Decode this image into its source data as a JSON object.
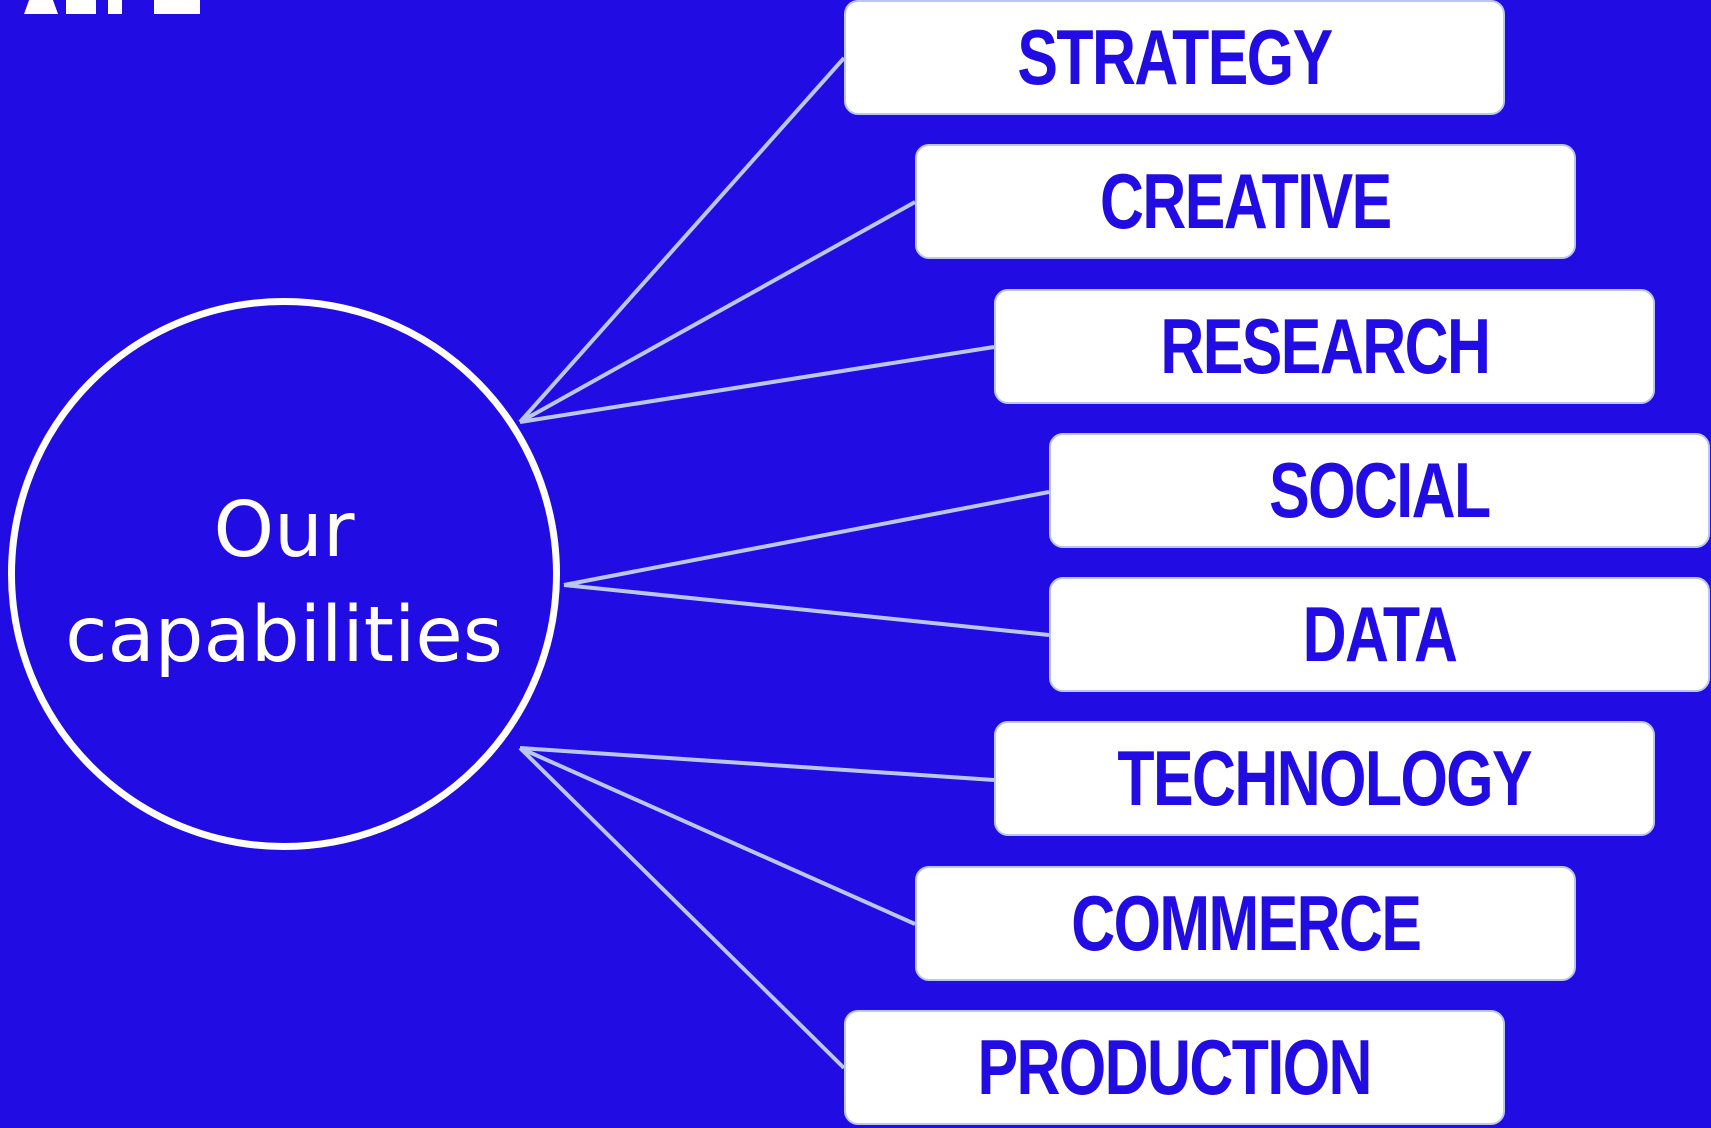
{
  "colors": {
    "background": "#210ce3",
    "accent_text": "#210ce3",
    "box_fill": "#ffffff",
    "connector": "#b9c7f0",
    "circle_outline": "#ffffff"
  },
  "hub": {
    "label": "Our\ncapabilities"
  },
  "capabilities": [
    {
      "label": "STRATEGY"
    },
    {
      "label": "CREATIVE"
    },
    {
      "label": "RESEARCH"
    },
    {
      "label": "SOCIAL"
    },
    {
      "label": "DATA"
    },
    {
      "label": "TECHNOLOGY"
    },
    {
      "label": "COMMERCE"
    },
    {
      "label": "PRODUCTION"
    }
  ]
}
